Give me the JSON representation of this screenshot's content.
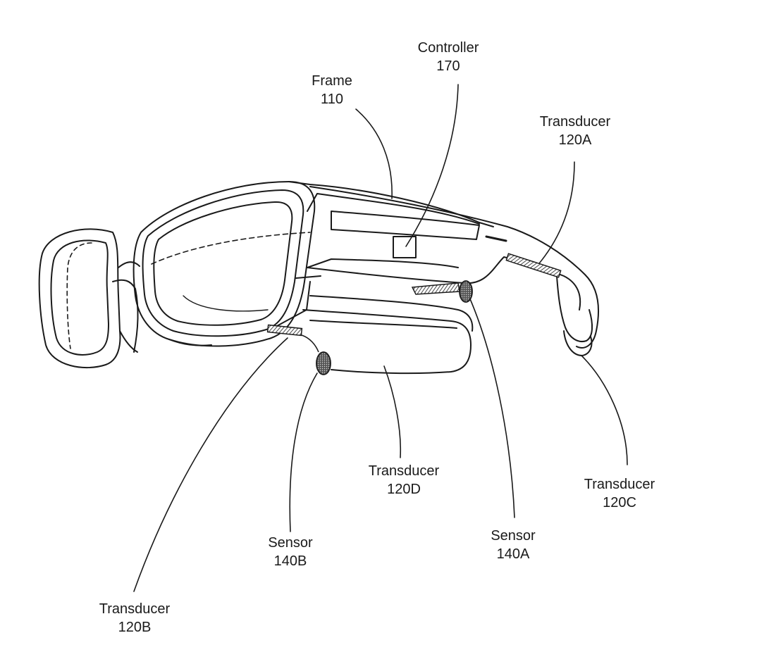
{
  "labels": {
    "controller": {
      "name": "Controller",
      "ref": "170"
    },
    "frame": {
      "name": "Frame",
      "ref": "110"
    },
    "transducer_a": {
      "name": "Transducer",
      "ref": "120A"
    },
    "transducer_b": {
      "name": "Transducer",
      "ref": "120B"
    },
    "transducer_c": {
      "name": "Transducer",
      "ref": "120C"
    },
    "transducer_d": {
      "name": "Transducer",
      "ref": "120D"
    },
    "sensor_a": {
      "name": "Sensor",
      "ref": "140A"
    },
    "sensor_b": {
      "name": "Sensor",
      "ref": "140B"
    }
  },
  "colors": {
    "line": "#1a1a1a",
    "paper": "#ffffff"
  }
}
